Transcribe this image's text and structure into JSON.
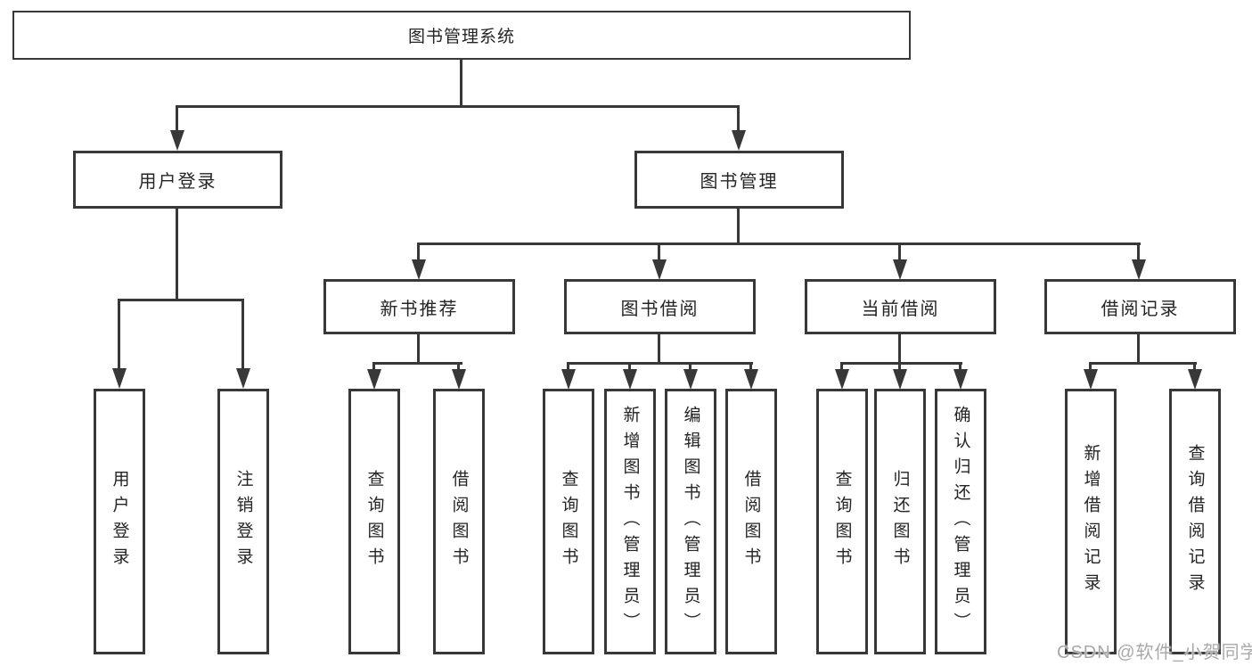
{
  "diagram": {
    "title": "图书管理系统",
    "branches": [
      {
        "label": "用户登录",
        "children": [
          {
            "label": "用户登录"
          },
          {
            "label": "注销登录"
          }
        ]
      },
      {
        "label": "图书管理",
        "children": [
          {
            "label": "新书推荐",
            "children": [
              {
                "label": "查询图书"
              },
              {
                "label": "借阅图书"
              }
            ]
          },
          {
            "label": "图书借阅",
            "children": [
              {
                "label": "查询图书"
              },
              {
                "label": "新增图书（管理员）"
              },
              {
                "label": "编辑图书（管理员）"
              },
              {
                "label": "借阅图书"
              }
            ]
          },
          {
            "label": "当前借阅",
            "children": [
              {
                "label": "查询图书"
              },
              {
                "label": "归还图书"
              },
              {
                "label": "确认归还（管理员）"
              }
            ]
          },
          {
            "label": "借阅记录",
            "children": [
              {
                "label": "新增借阅记录"
              },
              {
                "label": "查询借阅记录"
              }
            ]
          }
        ]
      }
    ]
  },
  "colors": {
    "line": "#383838",
    "text": "#242424",
    "background": "#ffffff",
    "watermark": "#a9a9a9"
  },
  "watermark": "CSDN @软件_小贺同学"
}
